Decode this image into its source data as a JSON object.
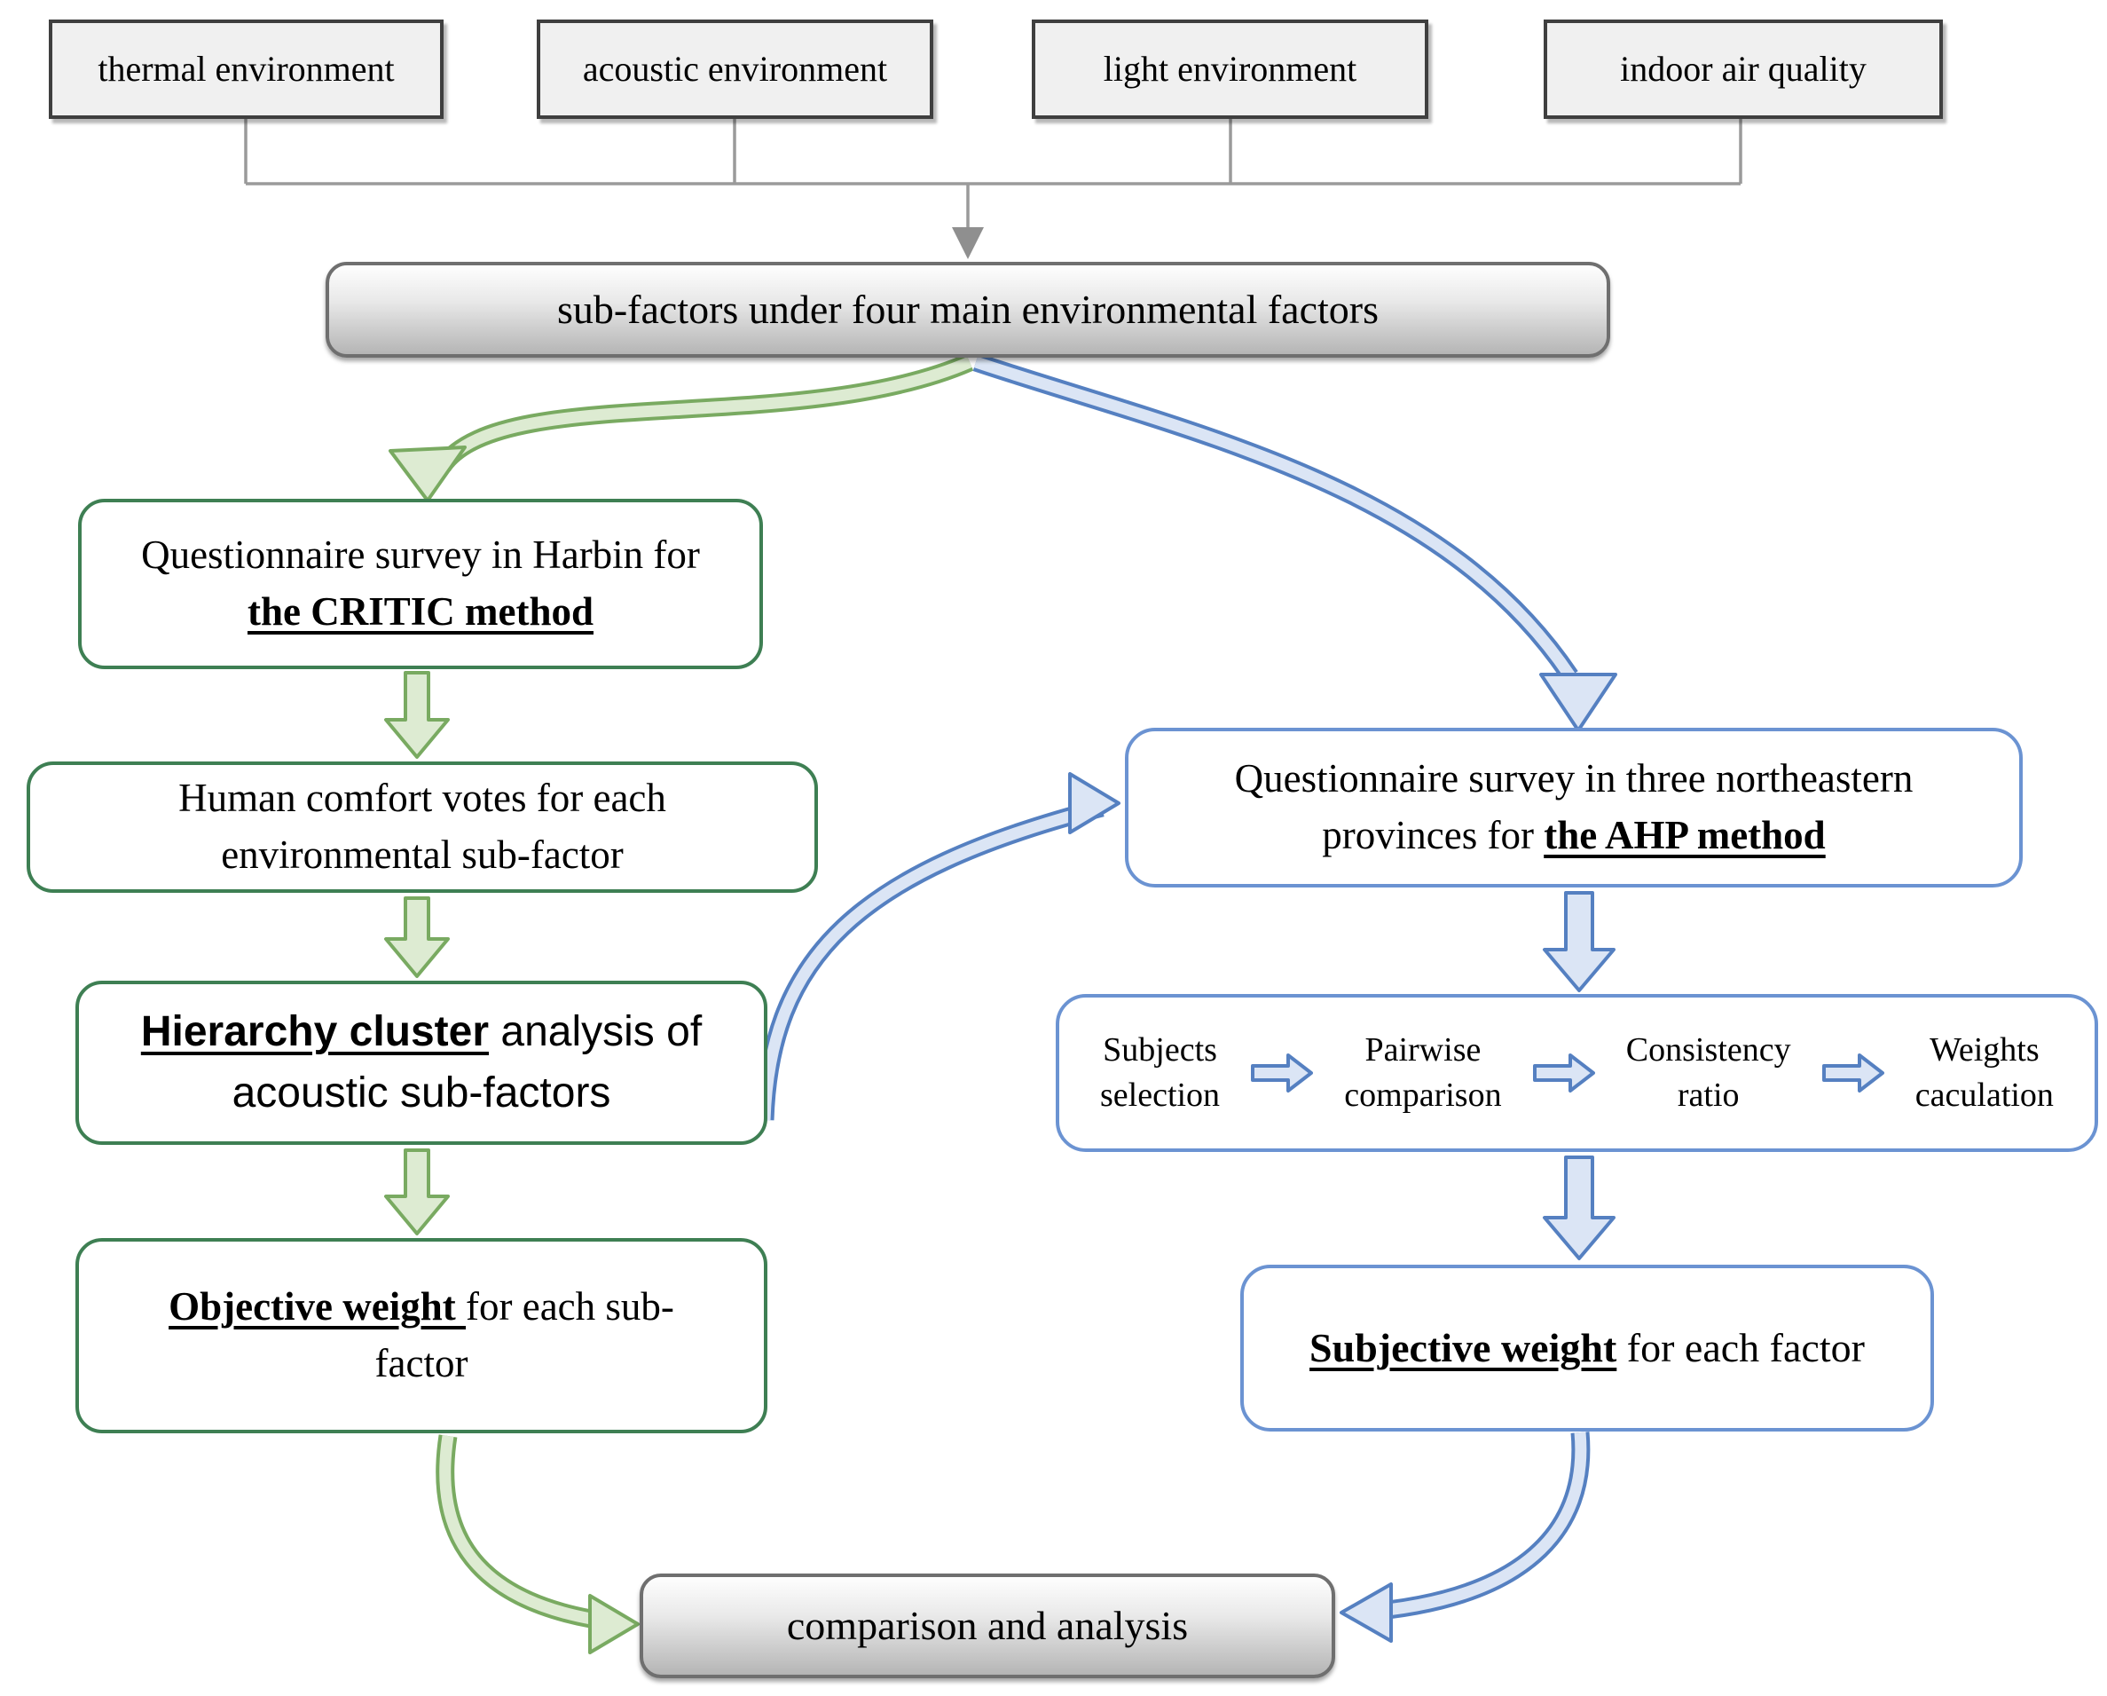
{
  "colors": {
    "factor-border": "#3f3f3f",
    "factor-fill": "#f0f0f0",
    "hub-border": "#6f6f6f",
    "green-border": "#3e7f53",
    "green-arrow-stroke": "#79aa61",
    "green-arrow-fill": "#ddebd2",
    "blue-border": "#6b93d2",
    "blue-arrow-stroke": "#5580c1",
    "blue-arrow-fill": "#dbe5f5",
    "connector-gray": "#9a9a9a",
    "text": "#000000"
  },
  "factors": [
    {
      "label": "thermal environment"
    },
    {
      "label": "acoustic environment"
    },
    {
      "label": "light environment"
    },
    {
      "label": "indoor air quality"
    }
  ],
  "hub": {
    "label": "sub-factors under four main environmental factors"
  },
  "critic_branch": {
    "survey": {
      "line1": "Questionnaire survey in Harbin for",
      "line2_bold": "the CRITIC method"
    },
    "votes": {
      "line1": "Human comfort votes for each",
      "line2": "environmental sub-factor"
    },
    "cluster": {
      "line1_bold": "Hierarchy cluster",
      "line1_rest": " analysis of",
      "line2": "acoustic sub-factors"
    },
    "objective": {
      "line1_bold": "Objective weight ",
      "line1_rest": "for each sub-",
      "line2": "factor"
    }
  },
  "ahp_branch": {
    "survey": {
      "line1": "Questionnaire survey in three northeastern",
      "line2_prefix": "provinces for ",
      "line2_bold": "the AHP method"
    },
    "steps": [
      {
        "line1": "Subjects",
        "line2": "selection"
      },
      {
        "line1": "Pairwise",
        "line2": "comparison"
      },
      {
        "line1": "Consistency",
        "line2": "ratio"
      },
      {
        "line1": "Weights",
        "line2": "caculation"
      }
    ],
    "subjective": {
      "bold": "Subjective weight",
      "rest": " for each factor"
    }
  },
  "result": {
    "label": "comparison and analysis"
  }
}
